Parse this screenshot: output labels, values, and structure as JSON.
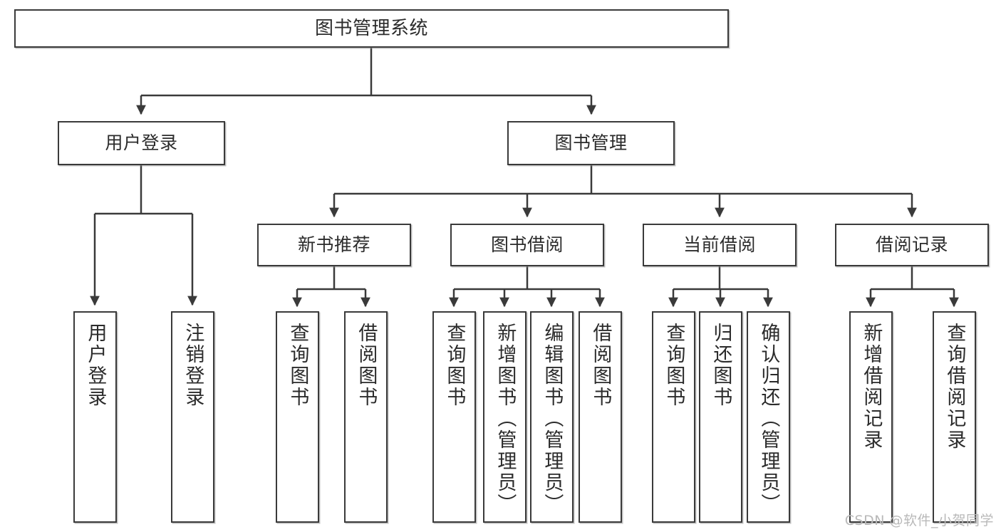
{
  "diagram": {
    "type": "tree-hierarchy",
    "title": "图书管理系统",
    "watermark": "CSDN @软件_小贺同学",
    "colors": {
      "stroke": "#3a3a3a",
      "fill": "#ffffff",
      "text": "#2b2b2b",
      "watermark": "#b9b9b9"
    },
    "nodes": {
      "root": {
        "label": "图书管理系统"
      },
      "level2": [
        {
          "label": "用户登录"
        },
        {
          "label": "图书管理"
        }
      ],
      "level3": [
        {
          "label": "新书推荐"
        },
        {
          "label": "图书借阅"
        },
        {
          "label": "当前借阅"
        },
        {
          "label": "借阅记录"
        }
      ],
      "leaves_user_login": [
        {
          "label": "用户登录"
        },
        {
          "label": "注销登录"
        }
      ],
      "leaves_new_book": [
        {
          "label": "查询图书"
        },
        {
          "label": "借阅图书"
        }
      ],
      "leaves_borrow": [
        {
          "label": "查询图书"
        },
        {
          "label": "新增图书（管理员）"
        },
        {
          "label": "编辑图书（管理员）"
        },
        {
          "label": "借阅图书"
        }
      ],
      "leaves_current": [
        {
          "label": "查询图书"
        },
        {
          "label": "归还图书"
        },
        {
          "label": "确认归还（管理员）"
        }
      ],
      "leaves_records": [
        {
          "label": "新增借阅记录"
        },
        {
          "label": "查询借阅记录"
        }
      ]
    }
  }
}
